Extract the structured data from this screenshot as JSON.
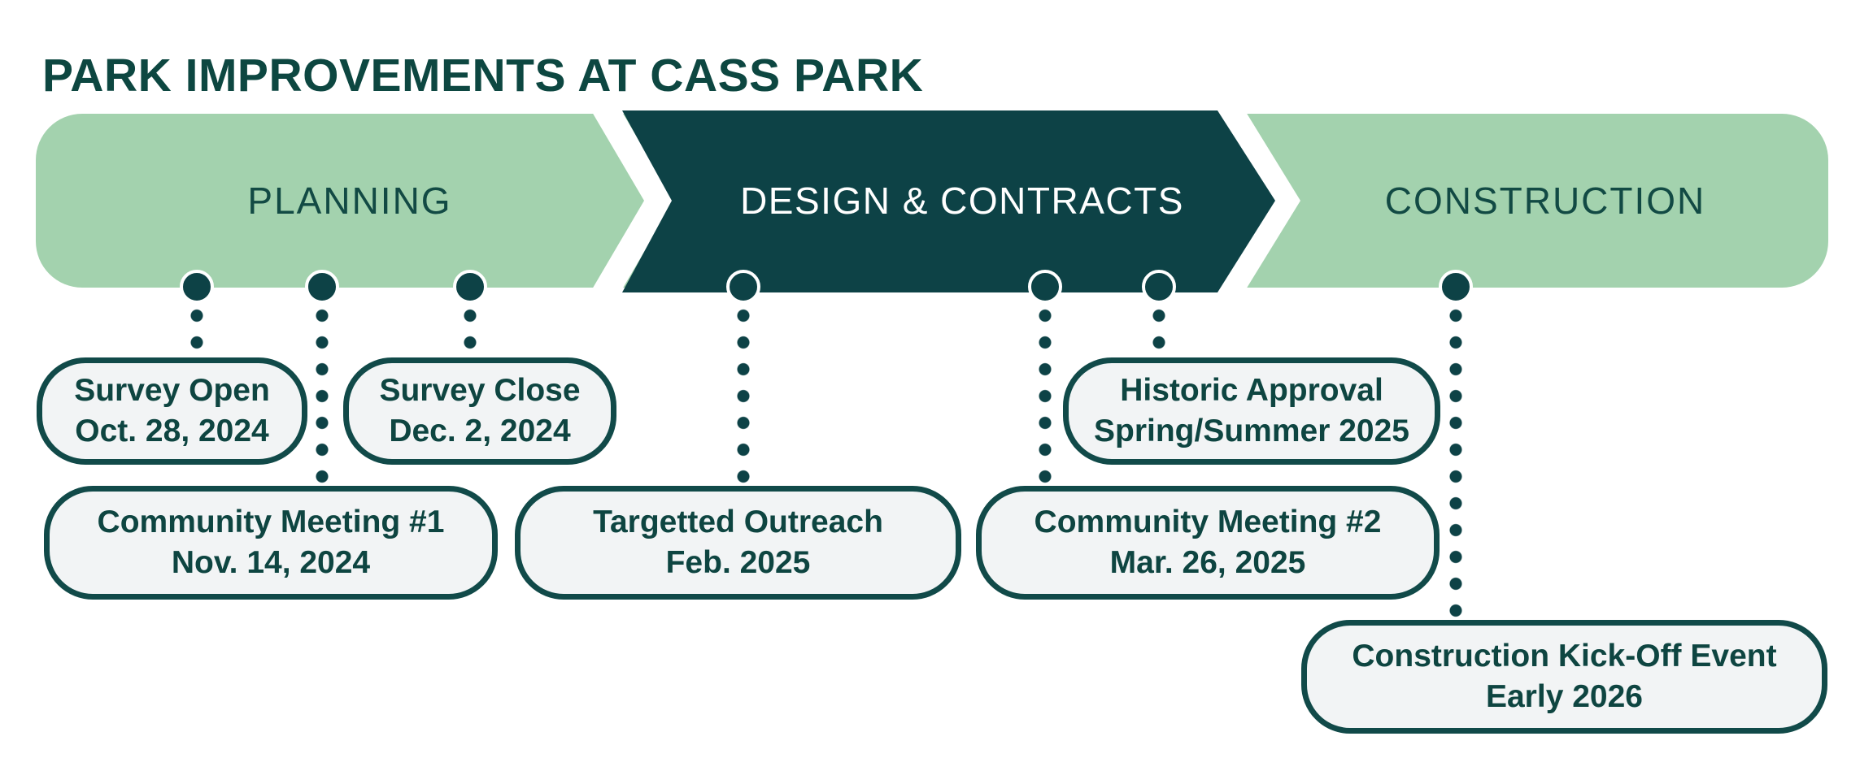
{
  "title": "PARK IMPROVEMENTS AT CASS PARK",
  "phases": [
    {
      "label": "PLANNING"
    },
    {
      "label": "DESIGN & CONTRACTS"
    },
    {
      "label": "CONSTRUCTION"
    }
  ],
  "milestones": [
    {
      "id": "survey-open",
      "title": "Survey Open",
      "date": "Oct. 28, 2024"
    },
    {
      "id": "survey-close",
      "title": "Survey Close",
      "date": "Dec. 2, 2024"
    },
    {
      "id": "community-meeting-1",
      "title": "Community Meeting #1",
      "date": "Nov. 14, 2024"
    },
    {
      "id": "targetted-outreach",
      "title": "Targetted Outreach",
      "date": "Feb. 2025"
    },
    {
      "id": "historic-approval",
      "title": "Historic Approval",
      "date": "Spring/Summer 2025"
    },
    {
      "id": "community-meeting-2",
      "title": "Community Meeting #2",
      "date": "Mar. 26, 2025"
    },
    {
      "id": "construction-kickoff",
      "title": "Construction Kick-Off Event",
      "date": "Early 2026"
    }
  ],
  "colors": {
    "light_green": "#a3d2ae",
    "dark_teal": "#0d4246",
    "card_fill": "#f2f4f5",
    "card_border": "#114a49",
    "text_dark": "#0e4541",
    "white": "#ffffff"
  }
}
